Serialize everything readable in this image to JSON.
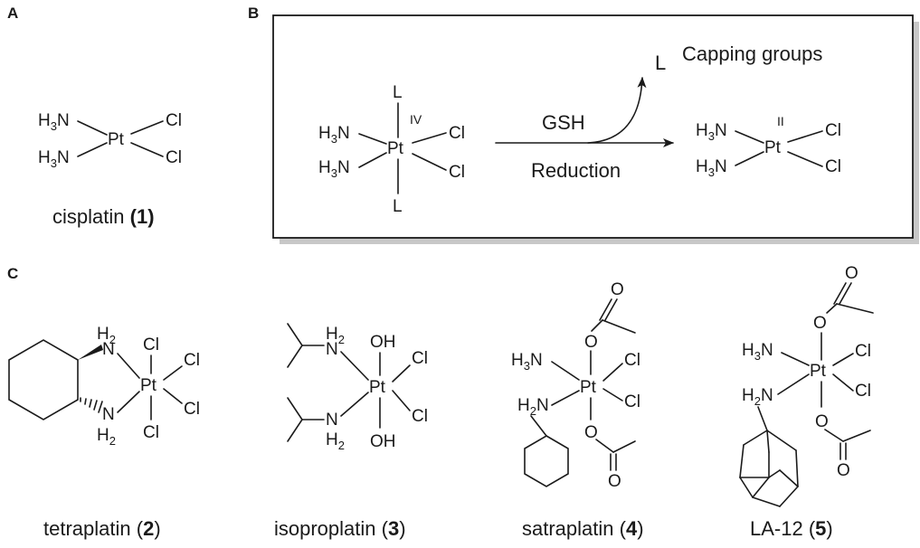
{
  "panels": {
    "a": {
      "label": "A"
    },
    "b": {
      "label": "B"
    },
    "c": {
      "label": "C"
    }
  },
  "atoms": {
    "h3n": {
      "sym": "H",
      "sub": "3",
      "tail": "N"
    },
    "h2n": {
      "sym": "H",
      "sub": "2",
      "tail": "N"
    },
    "h2": {
      "sym": "H",
      "sub": "2"
    },
    "pt": "Pt",
    "cl": "Cl",
    "l": "L",
    "oh": "OH",
    "n": "N",
    "o": "O",
    "ox_iv": "IV",
    "ox_ii": "II"
  },
  "cisplatin": {
    "name": "cisplatin",
    "number": "1"
  },
  "scheme": {
    "reagent": "GSH",
    "process": "Reduction",
    "released": "L",
    "released_label": "Capping groups"
  },
  "compounds": [
    {
      "name": "tetraplatin",
      "number": "2"
    },
    {
      "name": "isoproplatin",
      "number": "3"
    },
    {
      "name": "satraplatin",
      "number": "4"
    },
    {
      "name": "LA-12",
      "number": "5"
    }
  ],
  "colors": {
    "ink": "#1a1a1a",
    "shadow": "#c8c8c8",
    "box": "#ffffff"
  }
}
